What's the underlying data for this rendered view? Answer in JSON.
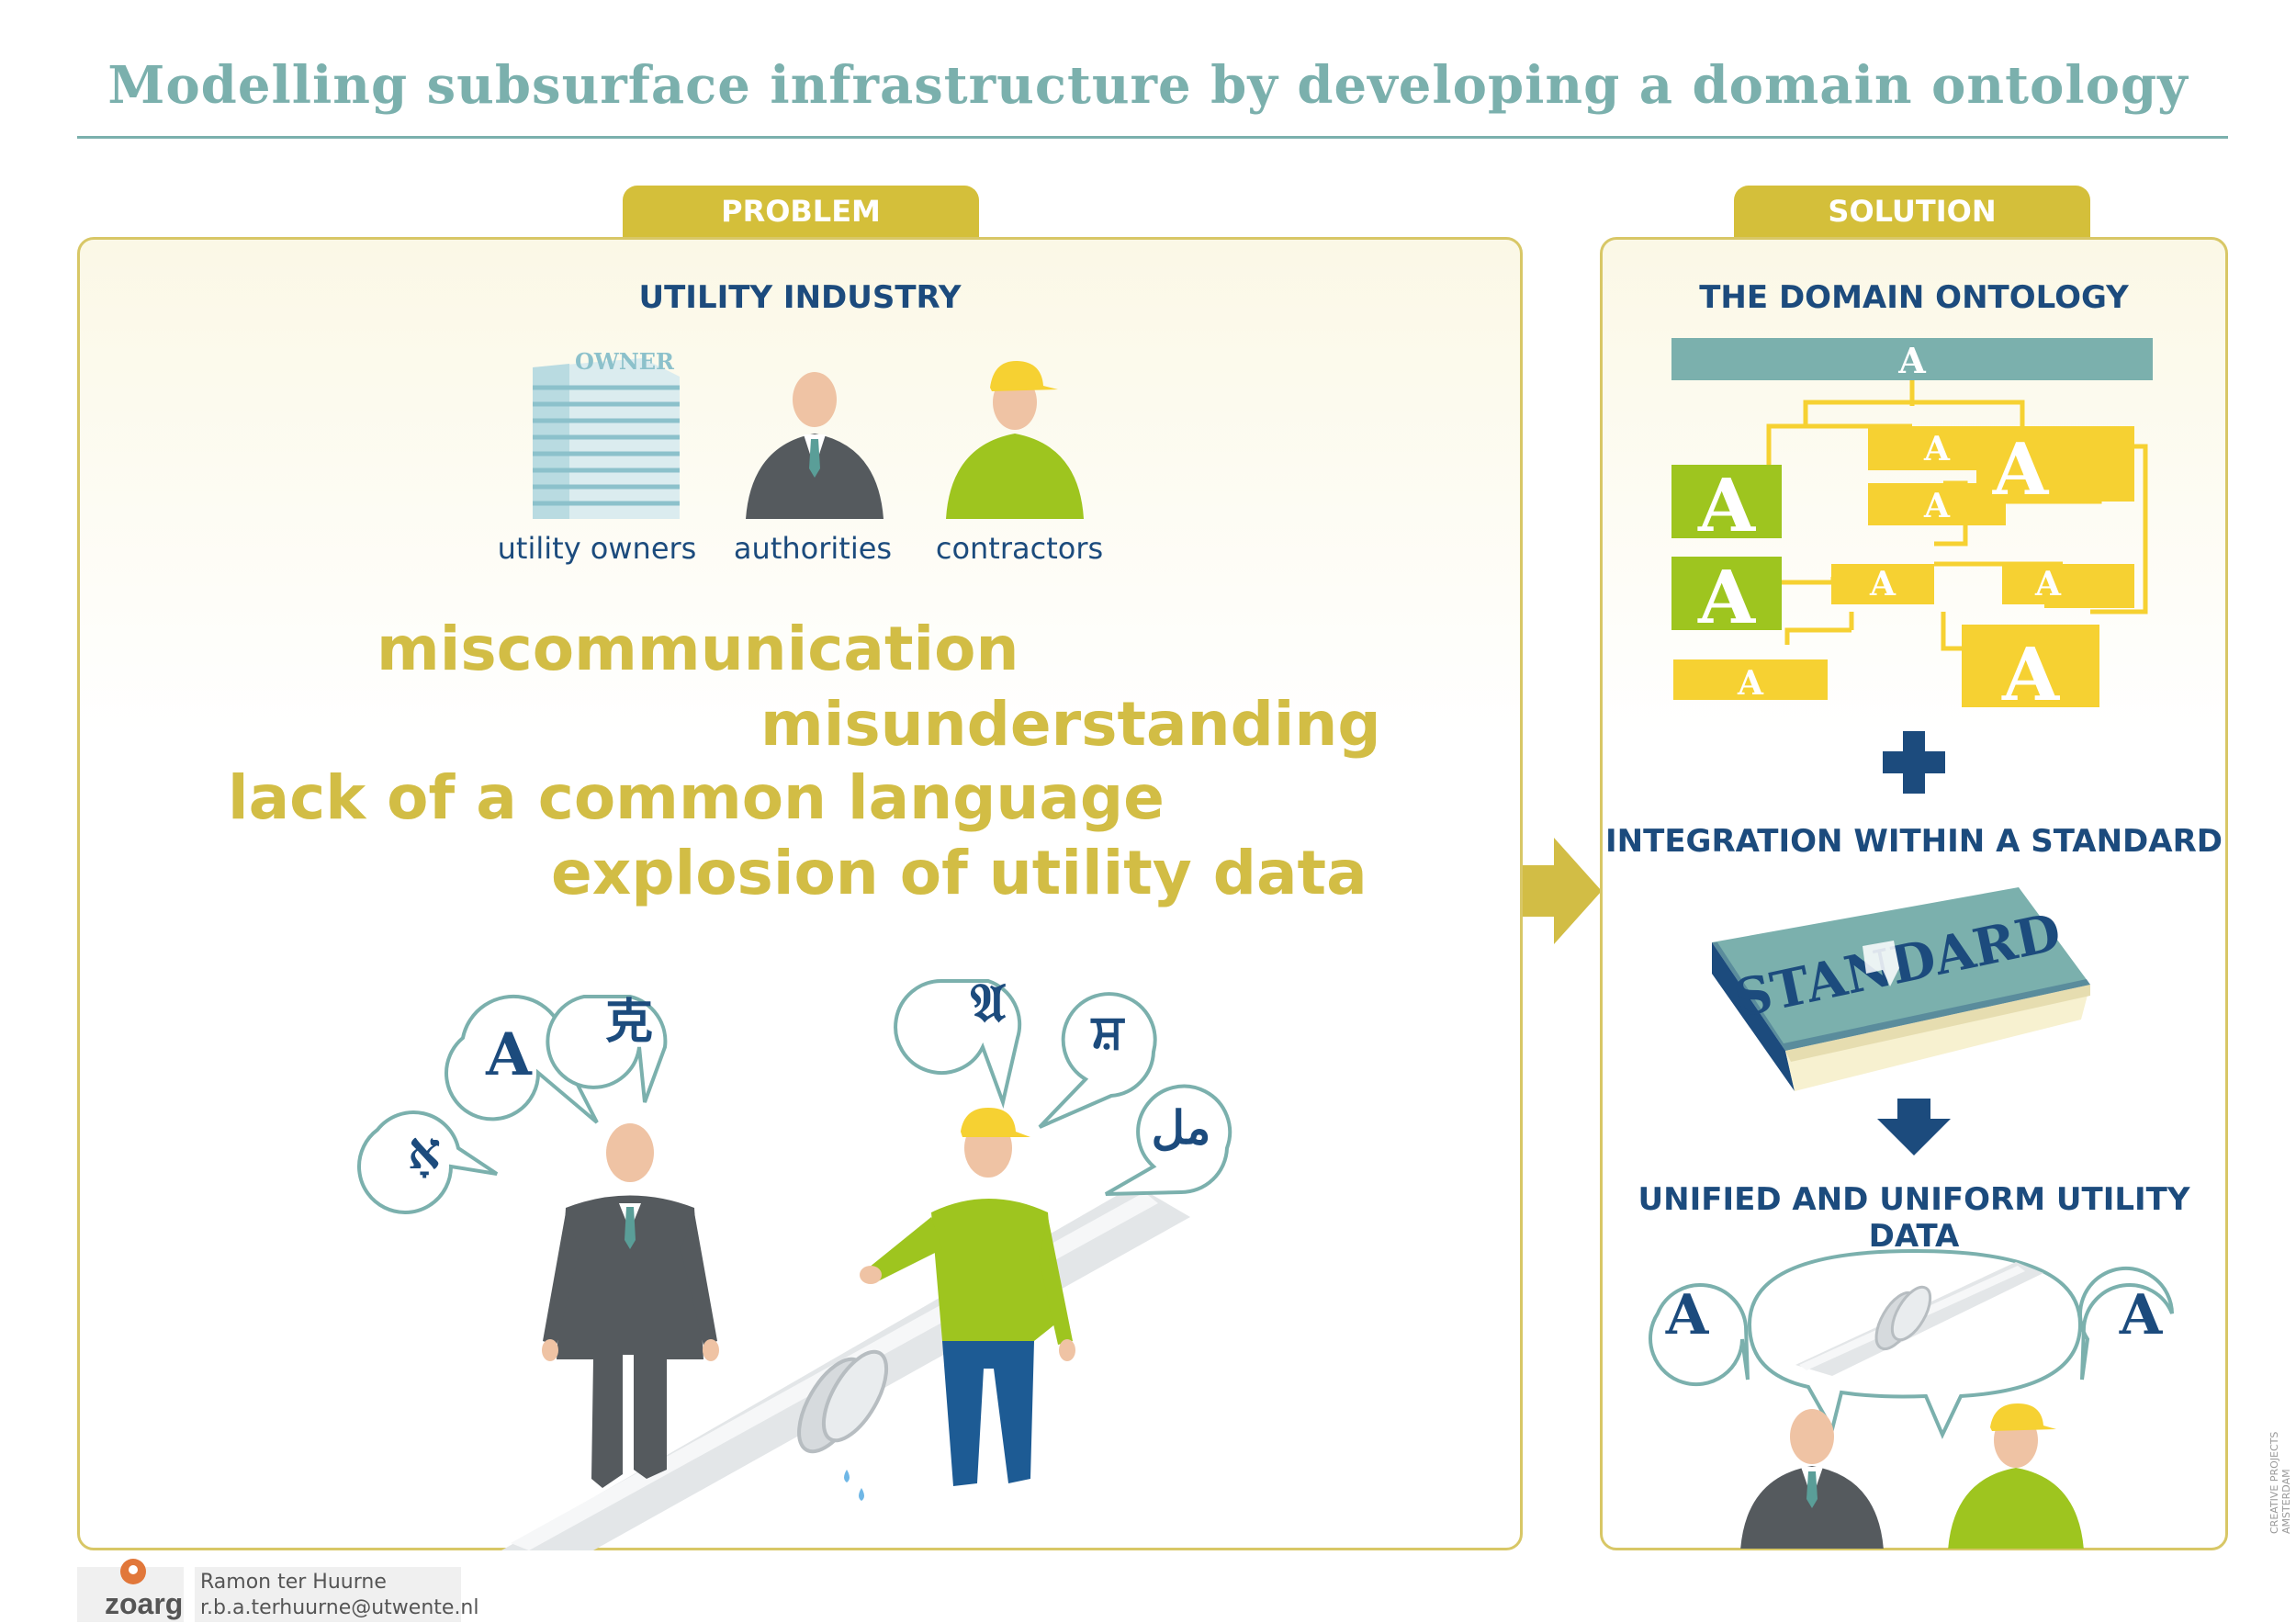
{
  "title": "Modelling subsurface infrastructure by developing a domain ontology",
  "problem": {
    "tab": "PROBLEM",
    "heading": "UTILITY INDUSTRY",
    "building_label": "OWNER",
    "actors": [
      "utility owners",
      "authorities",
      "contractors"
    ],
    "issues": [
      "miscommunication",
      "misunderstanding",
      "lack of a common language",
      "explosion of utility data"
    ],
    "speech_glyphs": [
      "A",
      "克",
      "אָ",
      "𝔄",
      "ਸ਼",
      "مل"
    ]
  },
  "solution": {
    "tab": "SOLUTION",
    "heading_ontology": "THE DOMAIN ONTOLOGY",
    "ontology_glyph": "A",
    "heading_integration": "INTEGRATION WITHIN A STANDARD",
    "book_label": "STANDARD",
    "heading_unified": "UNIFIED AND UNIFORM UTILITY DATA",
    "unified_glyphs": [
      "A",
      "A"
    ]
  },
  "footer": {
    "logo": "zoarg",
    "author": "Ramon ter Huurne",
    "email": "r.b.a.terhuurne@utwente.nl",
    "credit": "CREATIVE PROJECTS AMSTERDAM"
  },
  "colors": {
    "teal": "#7bb0ad",
    "gold": "#d4bf3a",
    "navy": "#1c4b7d",
    "yellow": "#f6d132",
    "green": "#9ec51f",
    "suit": "#555a5e",
    "skin": "#efc3a4"
  }
}
